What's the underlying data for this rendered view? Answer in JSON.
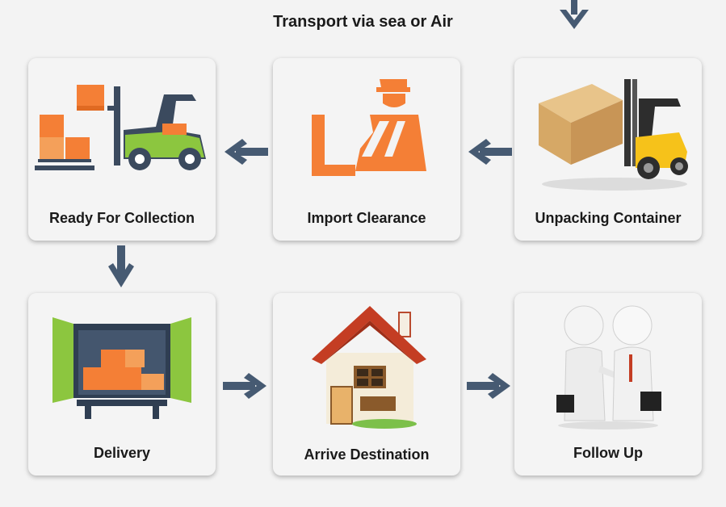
{
  "header": {
    "title": "Transport via sea or Air"
  },
  "steps": [
    {
      "label": "Unpacking Container",
      "icon": "forklift-carrying-box-icon"
    },
    {
      "label": "Import Clearance",
      "icon": "customs-officer-icon"
    },
    {
      "label": "Ready For Collection",
      "icon": "forklift-with-boxes-icon"
    },
    {
      "label": "Delivery",
      "icon": "open-truck-container-icon"
    },
    {
      "label": "Arrive Destination",
      "icon": "house-icon"
    },
    {
      "label": "Follow Up",
      "icon": "handshake-icon"
    }
  ],
  "colors": {
    "arrow": "#465a72",
    "orange": "#f47f36",
    "green": "#8cc63f",
    "card_bg": "#f4f4f4",
    "page_bg": "#f3f3f3"
  }
}
